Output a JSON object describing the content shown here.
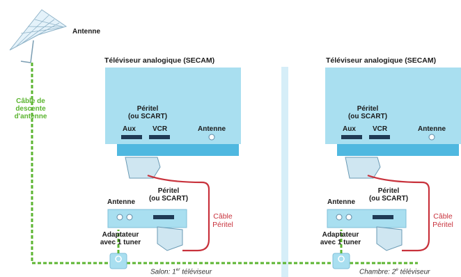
{
  "antenna_label": "Antenne",
  "downlead_cable": [
    "Câble de",
    "descente",
    "d'antenne"
  ],
  "tv_title": "Téléviseur analogique (SECAM)",
  "tv": {
    "peritel": [
      "Péritel",
      "(ou SCART)"
    ],
    "aux": "Aux",
    "vcr": "VCR",
    "antenne": "Antenne"
  },
  "adapter": {
    "antenne": "Antenne",
    "peritel": [
      "Péritel",
      "(ou SCART)"
    ],
    "name": [
      "Adaptateur",
      "avec 1 tuner"
    ]
  },
  "scart_cable": [
    "Câble",
    "Péritel"
  ],
  "captions": {
    "left": {
      "room": "Salon",
      "ordinal": "1",
      "sup": "er",
      "rest": "téléviseur"
    },
    "right": {
      "room": "Chambre",
      "ordinal": "2",
      "sup": "e",
      "rest": "téléviseur"
    }
  },
  "colors": {
    "tv_blue": "#a9dff0",
    "strip_blue": "#4fb8e0",
    "green_cable": "#5cb531",
    "red_cable": "#c8323c",
    "divider": "#d6eef8"
  }
}
